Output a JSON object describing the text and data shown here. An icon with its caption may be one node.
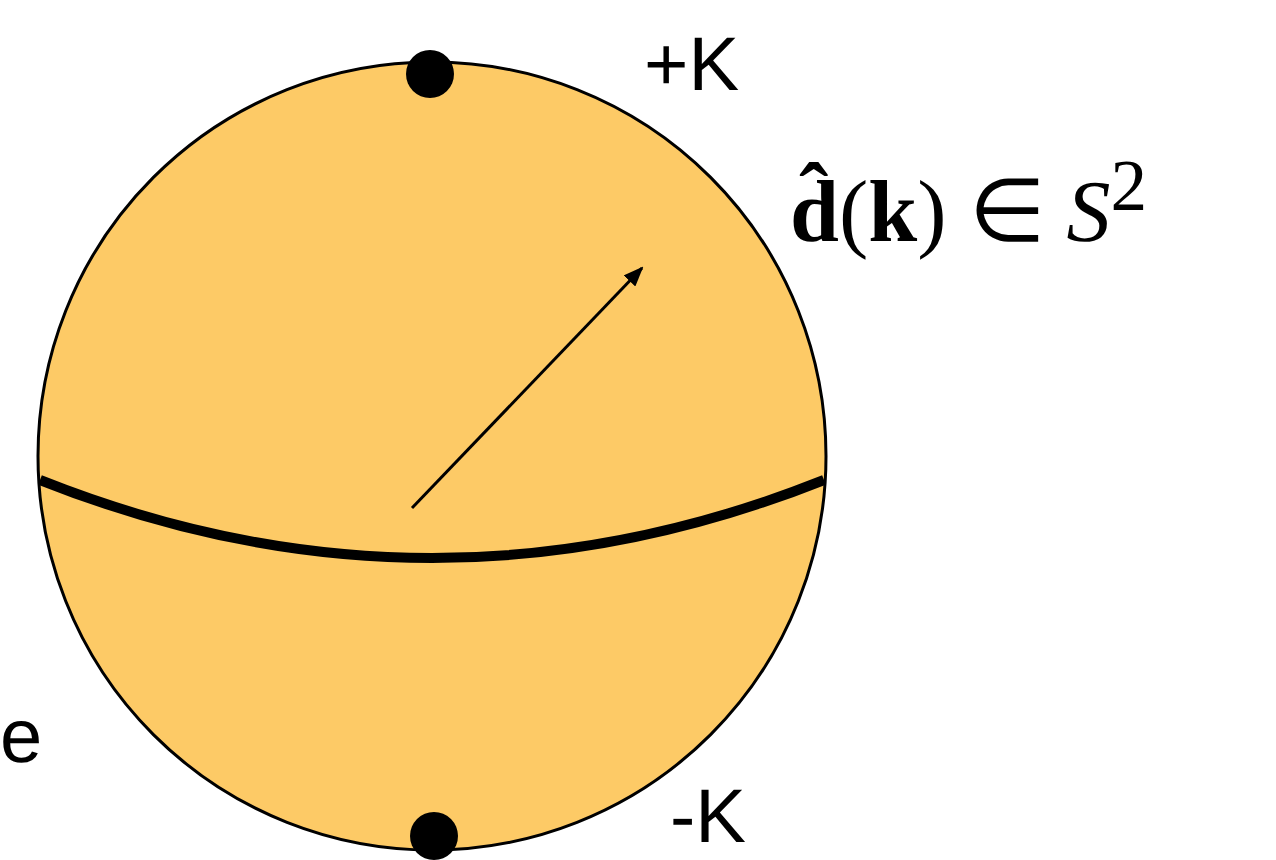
{
  "diagram": {
    "labels": [
      "+K",
      "**d̂**(**k**) ∈ *S*$^{2}$",
      "e",
      "-K"
    ]
  }
}
